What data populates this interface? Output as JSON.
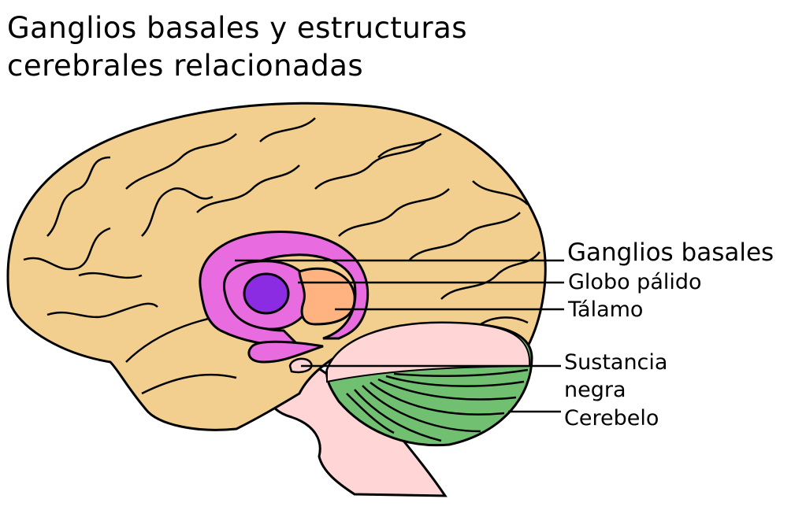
{
  "title": {
    "line1": "Ganglios basales y estructuras",
    "line2": "cerebrales relacionadas"
  },
  "labels": {
    "basal_ganglia": "Ganglios basales",
    "globus_pallidus": "Globo pálido",
    "thalamus": "Tálamo",
    "substantia_nigra_1": "Sustancia",
    "substantia_nigra_2": "negra",
    "cerebellum": "Cerebelo"
  },
  "colors": {
    "cortex": "#f2cf8f",
    "basal_ganglia": "#e86be0",
    "globus_pallidus": "#8b2be2",
    "thalamus": "#ffb380",
    "brainstem": "#ffd5d5",
    "cerebellum": "#71c071"
  }
}
